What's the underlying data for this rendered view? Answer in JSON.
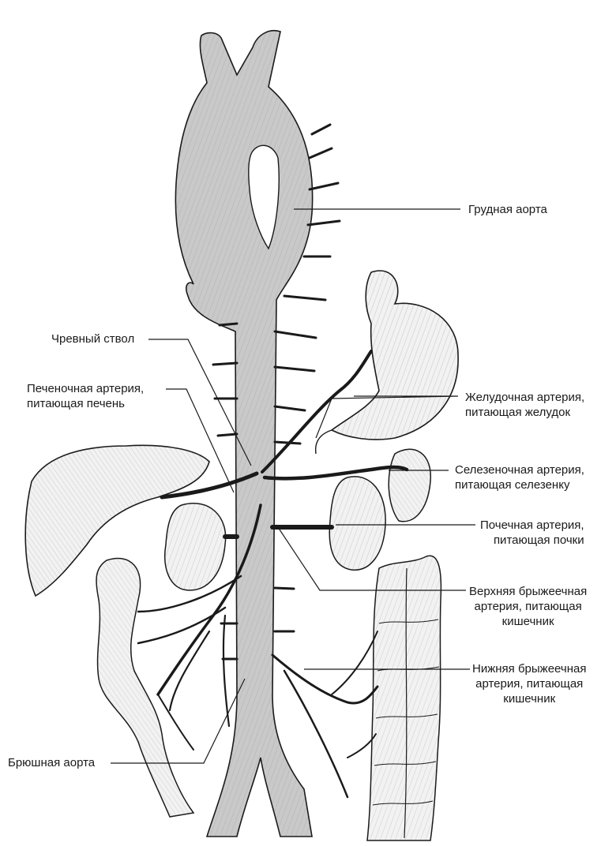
{
  "labels": {
    "thoracic_aorta": "Грудная аорта",
    "celiac_trunk": "Чревный ствол",
    "hepatic_artery_1": "Печеночная артерия,",
    "hepatic_artery_2": "питающая печень",
    "gastric_artery_1": "Желудочная артерия,",
    "gastric_artery_2": "питающая желудок",
    "splenic_artery_1": "Селезеночная артерия,",
    "splenic_artery_2": "питающая селезенку",
    "renal_artery_1": "Почечная артерия,",
    "renal_artery_2": "питающая почки",
    "superior_mesenteric_1": "Верхняя брыжеечная",
    "superior_mesenteric_2": "артерия, питающая",
    "superior_mesenteric_3": "кишечник",
    "inferior_mesenteric_1": "Нижняя брыжеечная",
    "inferior_mesenteric_2": "артерия, питающая",
    "inferior_mesenteric_3": "кишечник",
    "abdominal_aorta": "Брюшная аорта"
  },
  "colors": {
    "vessel_fill": "#c9c9c9",
    "organ_fill": "#f2f2f2",
    "line": "#1a1a1a"
  }
}
